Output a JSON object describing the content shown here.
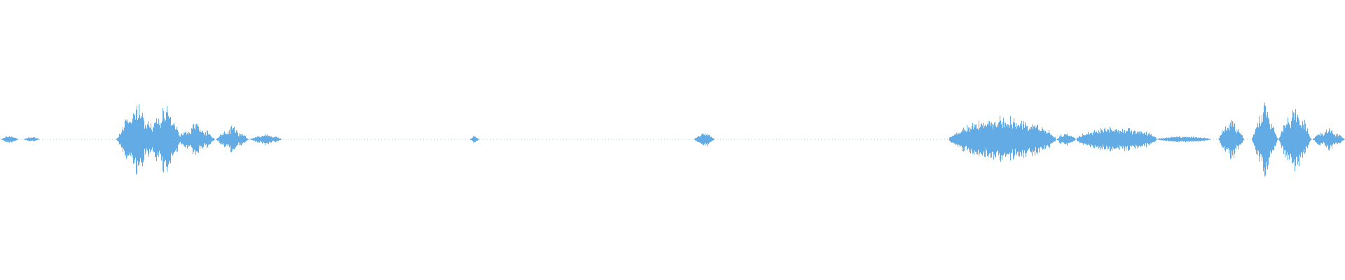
{
  "waveform": {
    "color": "#62abe4",
    "background": "#ffffff",
    "baseline_color": "#62abe4",
    "segments": [
      {
        "start": 0.0,
        "end": 0.014,
        "peak": 0.1,
        "shape": "burst"
      },
      {
        "start": 0.016,
        "end": 0.03,
        "peak": 0.06,
        "shape": "burst"
      },
      {
        "start": 0.086,
        "end": 0.118,
        "peak": 0.95,
        "shape": "speech"
      },
      {
        "start": 0.11,
        "end": 0.135,
        "peak": 1.0,
        "shape": "speech"
      },
      {
        "start": 0.13,
        "end": 0.16,
        "peak": 0.45,
        "shape": "speech"
      },
      {
        "start": 0.16,
        "end": 0.185,
        "peak": 0.35,
        "shape": "speech"
      },
      {
        "start": 0.185,
        "end": 0.21,
        "peak": 0.15,
        "shape": "speech"
      },
      {
        "start": 0.349,
        "end": 0.356,
        "peak": 0.1,
        "shape": "burst"
      },
      {
        "start": 0.515,
        "end": 0.532,
        "peak": 0.18,
        "shape": "burst"
      },
      {
        "start": 0.705,
        "end": 0.785,
        "peak": 0.55,
        "shape": "sustained"
      },
      {
        "start": 0.785,
        "end": 0.8,
        "peak": 0.2,
        "shape": "speech"
      },
      {
        "start": 0.8,
        "end": 0.86,
        "peak": 0.33,
        "shape": "sustained"
      },
      {
        "start": 0.86,
        "end": 0.9,
        "peak": 0.08,
        "shape": "sustained"
      },
      {
        "start": 0.905,
        "end": 0.925,
        "peak": 0.55,
        "shape": "speech"
      },
      {
        "start": 0.93,
        "end": 0.95,
        "peak": 1.0,
        "shape": "speech"
      },
      {
        "start": 0.95,
        "end": 0.975,
        "peak": 1.0,
        "shape": "speech"
      },
      {
        "start": 0.975,
        "end": 1.0,
        "peak": 0.3,
        "shape": "speech"
      }
    ],
    "quiet_level": 0.008,
    "max_amplitude": 1.0
  }
}
